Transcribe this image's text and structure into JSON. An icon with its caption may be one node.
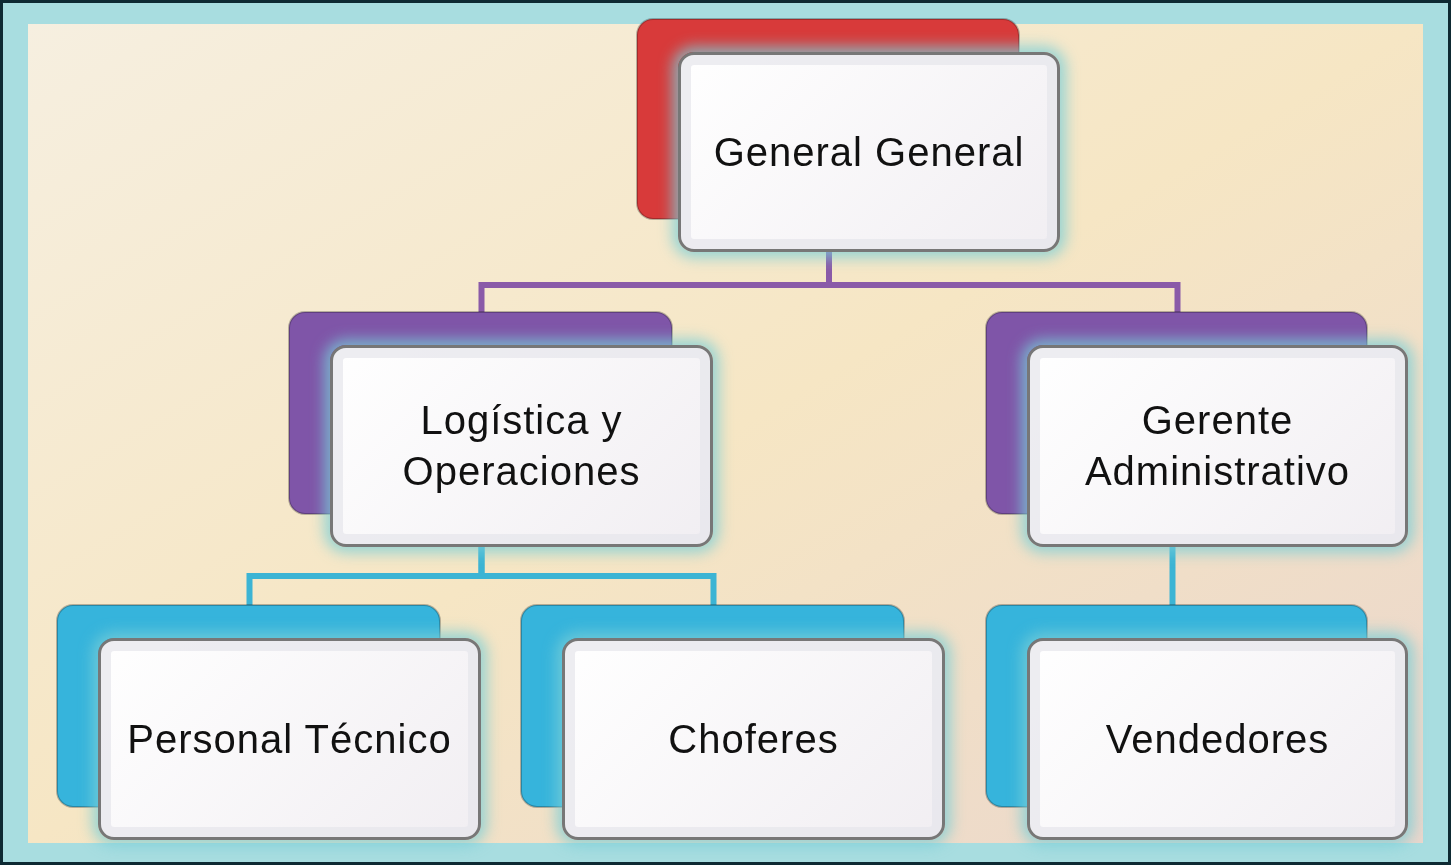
{
  "diagram": {
    "nodes": [
      {
        "text": [
          "General General"
        ]
      },
      {
        "text": [
          "Logística y Operaciones"
        ]
      },
      {
        "text": [
          "Gerente Administrativo"
        ]
      },
      {
        "text": [
          "Personal Técnico"
        ]
      },
      {
        "text": [
          "Choferes"
        ]
      },
      {
        "text": [
          "Vendedores"
        ]
      }
    ],
    "edges": [
      {
        "from": 0,
        "to": 1,
        "arrow": "none",
        "color": "#8a5aa8"
      },
      {
        "from": 0,
        "to": 2,
        "arrow": "none",
        "color": "#8a5aa8"
      },
      {
        "from": 1,
        "to": 3,
        "arrow": "none"
      },
      {
        "from": 1,
        "to": 4,
        "arrow": "none"
      },
      {
        "from": 2,
        "to": 5,
        "arrow": "none"
      }
    ]
  }
}
